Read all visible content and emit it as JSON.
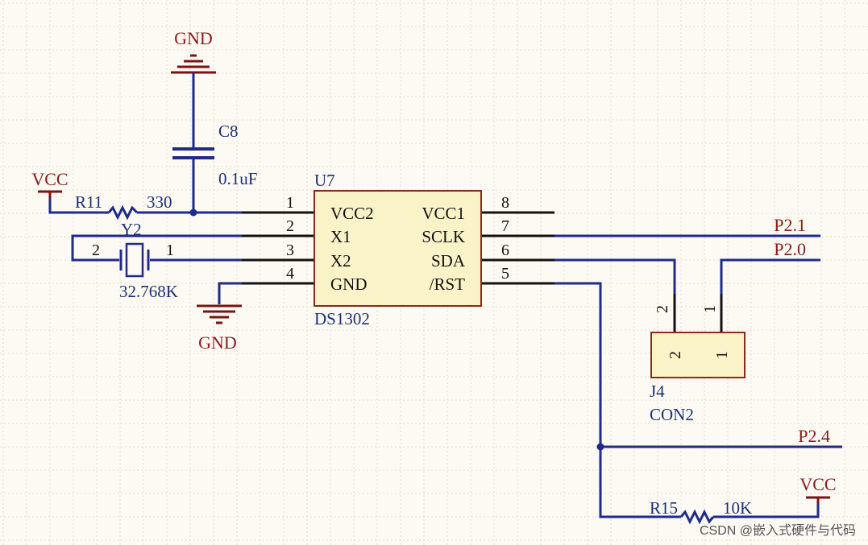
{
  "schematic": {
    "chip": {
      "ref": "U7",
      "part": "DS1302",
      "pins_left": [
        {
          "num": "1",
          "name": "VCC2"
        },
        {
          "num": "2",
          "name": "X1"
        },
        {
          "num": "3",
          "name": "X2"
        },
        {
          "num": "4",
          "name": "GND"
        }
      ],
      "pins_right": [
        {
          "num": "8",
          "name": "VCC1"
        },
        {
          "num": "7",
          "name": "SCLK"
        },
        {
          "num": "6",
          "name": "SDA"
        },
        {
          "num": "5",
          "name": "/RST"
        }
      ]
    },
    "r11": {
      "ref": "R11",
      "value": "330"
    },
    "r15": {
      "ref": "R15",
      "value": "10K"
    },
    "c8": {
      "ref": "C8",
      "value": "0.1uF"
    },
    "y2": {
      "ref": "Y2",
      "value": "32.768K",
      "pin_left": "2",
      "pin_right": "1"
    },
    "j4": {
      "ref": "J4",
      "part": "CON2",
      "pin2": "2",
      "pin1": "1"
    },
    "nets": {
      "vcc_left": "VCC",
      "vcc_right": "VCC",
      "gnd_top": "GND",
      "gnd_bottom": "GND",
      "p21": "P2.1",
      "p20": "P2.0",
      "p24": "P2.4"
    }
  },
  "watermark": "CSDN @嵌入式硬件与代码",
  "colors": {
    "wire": "#1f2a8c",
    "power": "#7a1414",
    "component_fill": "#fbf3c8",
    "component_border": "#8a2a1a",
    "background": "#fcfaf3"
  }
}
